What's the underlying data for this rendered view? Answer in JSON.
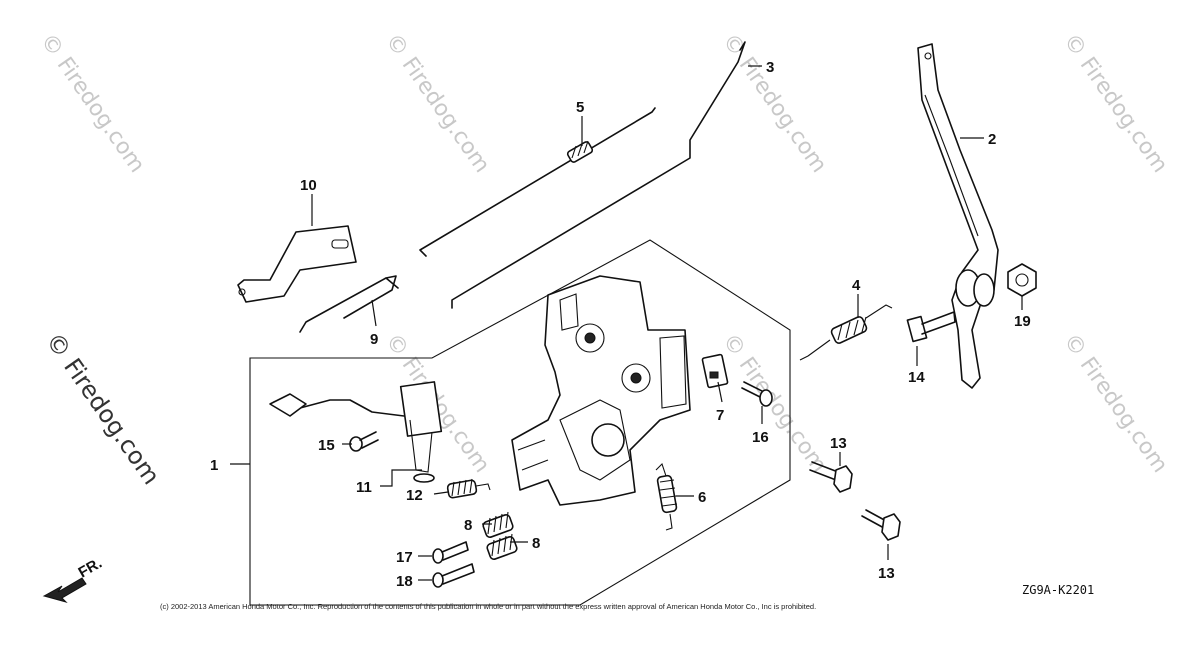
{
  "watermarks": {
    "side_text": "© Firedog.com",
    "tile_text": "© Firedog.com"
  },
  "diagram_code": "ZG9A-K2201",
  "copyright": "(c) 2002-2013 American Honda Motor Co., Inc. Reproduction of the contents of this publication in whole or in part without the express written approval of American Honda Motor Co., Inc is prohibited.",
  "front_marker": "FR.",
  "callouts": {
    "c1": "1",
    "c2": "2",
    "c3": "3",
    "c4": "4",
    "c5": "5",
    "c6": "6",
    "c7": "7",
    "c8a": "8",
    "c8b": "8",
    "c9": "9",
    "c10": "10",
    "c11": "11",
    "c12": "12",
    "c13a": "13",
    "c13b": "13",
    "c14": "14",
    "c15": "15",
    "c16": "16",
    "c17": "17",
    "c18": "18",
    "c19": "19"
  }
}
